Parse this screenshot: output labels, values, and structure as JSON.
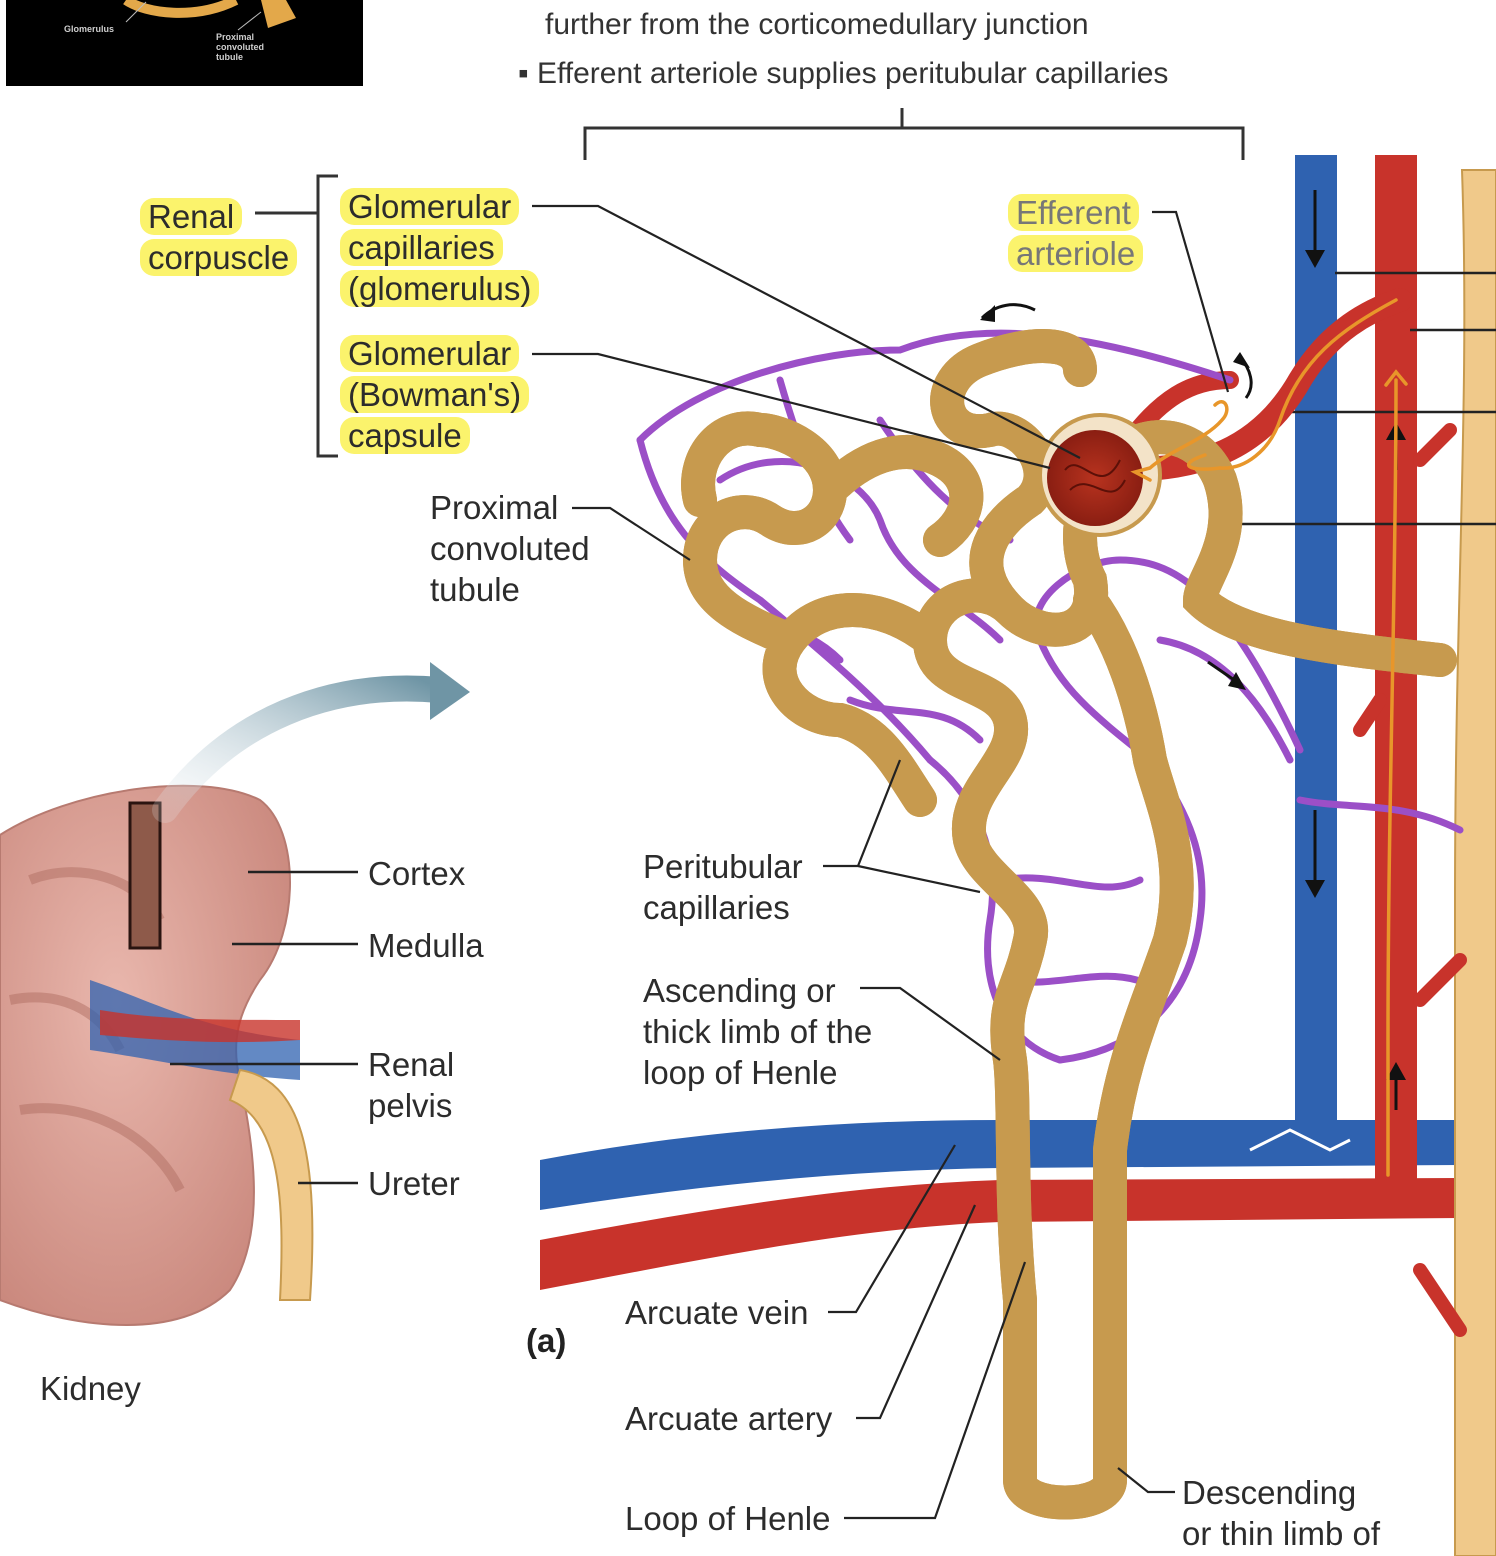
{
  "inset": {
    "glomerulus": "Glomerulus",
    "proximal": [
      "Proximal",
      "convoluted",
      "tubule"
    ]
  },
  "header": {
    "line1": "further from the corticomedullary junction",
    "bullet": "Efferent arteriole supplies peritubular capillaries"
  },
  "labels": {
    "renal_corpuscle": [
      "Renal",
      "corpuscle"
    ],
    "glomerular_capillaries": [
      "Glomerular",
      "capillaries",
      "(glomerulus)"
    ],
    "bowmans_capsule": [
      "Glomerular",
      "(Bowman's)",
      "capsule"
    ],
    "efferent_arteriole": [
      "Efferent",
      "arteriole"
    ],
    "proximal_tubule": [
      "Proximal",
      "convoluted",
      "tubule"
    ],
    "peritubular": [
      "Peritubular",
      "capillaries"
    ],
    "ascending_limb": [
      "Ascending or",
      "thick limb of the",
      "loop of Henle"
    ],
    "arcuate_vein": "Arcuate vein",
    "arcuate_artery": "Arcuate artery",
    "loop_of_henle": "Loop of Henle",
    "descending_limb": [
      "Descending",
      "or thin limb of"
    ],
    "cortex": "Cortex",
    "medulla": "Medulla",
    "renal_pelvis": [
      "Renal",
      "pelvis"
    ],
    "ureter": "Ureter",
    "kidney": "Kidney",
    "figure_letter": "(a)"
  },
  "colors": {
    "tubule": "#f0c98a",
    "tubule_edge": "#c79a4e",
    "capillary": "#9b4fc7",
    "vein": "#2f62b0",
    "artery": "#c8332b",
    "highlight": "#fbf36c",
    "annotation": "#e8962a"
  }
}
